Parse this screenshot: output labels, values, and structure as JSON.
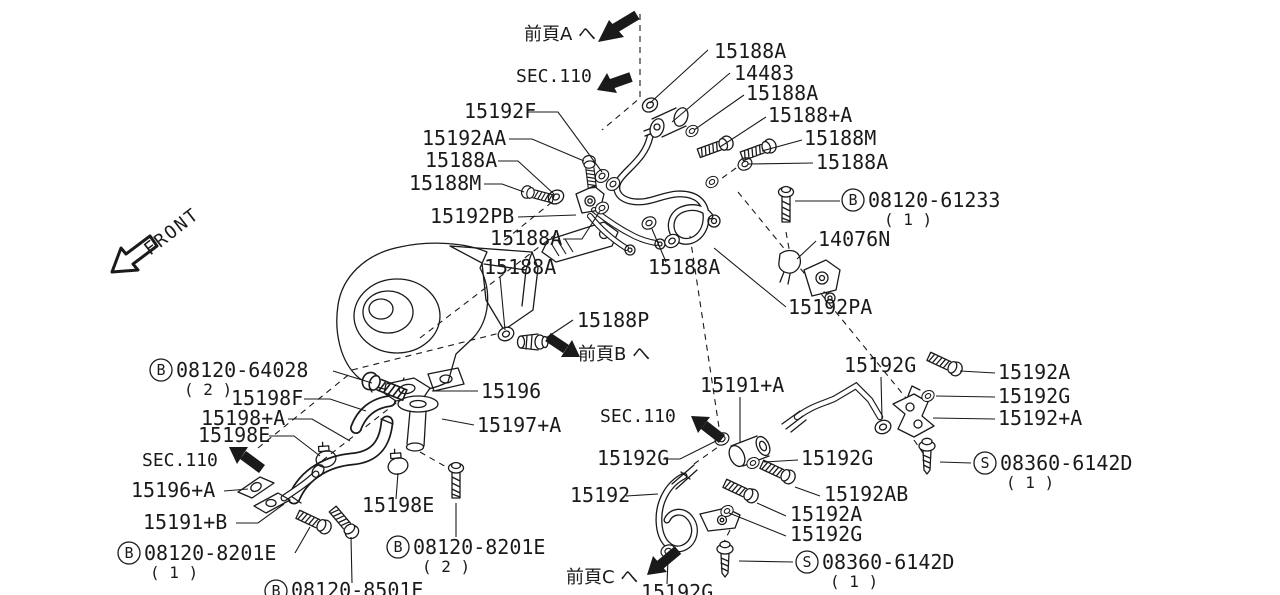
{
  "colors": {
    "ink": "#1a1a1a",
    "paper": "#ffffff",
    "arrow": "#000000"
  },
  "nav": {
    "front": "FRONT",
    "prev_page_a": "前頁A へ",
    "prev_page_b": "前頁B へ",
    "prev_page_c": "前頁C へ",
    "section_ref": "SEC.110"
  },
  "qty": {
    "one": "( 1 )",
    "two": "( 2 )"
  },
  "prefix": {
    "bolt_std": "B",
    "screw_std": "S"
  },
  "parts": {
    "n15188A": "15188A",
    "n14483": "14483",
    "n15188_A": "15188+A",
    "n15188M": "15188M",
    "n15188P": "15188P",
    "n15192F": "15192F",
    "n15192AA": "15192AA",
    "n15192PB": "15192PB",
    "n15192PA": "15192PA",
    "n14076N": "14076N",
    "n15196": "15196",
    "n15196_A": "15196+A",
    "n15197_A": "15197+A",
    "n15198F": "15198F",
    "n15198_A": "15198+A",
    "n15198E": "15198E",
    "n15191_A": "15191+A",
    "n15191_B": "15191+B",
    "n15192": "15192",
    "n15192A": "15192A",
    "n15192AB": "15192AB",
    "n15192G": "15192G",
    "n15192_A": "15192+A",
    "b08120_61233": "08120-61233",
    "b08120_64028": "08120-64028",
    "b08120_8201E": "08120-8201E",
    "b08120_8501E": "08120-8501E",
    "s08360_6142D": "08360-6142D"
  }
}
